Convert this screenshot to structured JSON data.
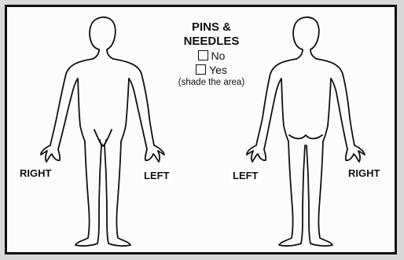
{
  "form": {
    "title_line1": "PINS &",
    "title_line2": "NEEDLES",
    "options": [
      {
        "label": "No",
        "checked": false
      },
      {
        "label": "Yes",
        "checked": false
      }
    ],
    "note": "(shade the area)"
  },
  "labels": {
    "front_right": "RIGHT",
    "front_left": "LEFT",
    "back_left": "LEFT",
    "back_right": "RIGHT"
  }
}
